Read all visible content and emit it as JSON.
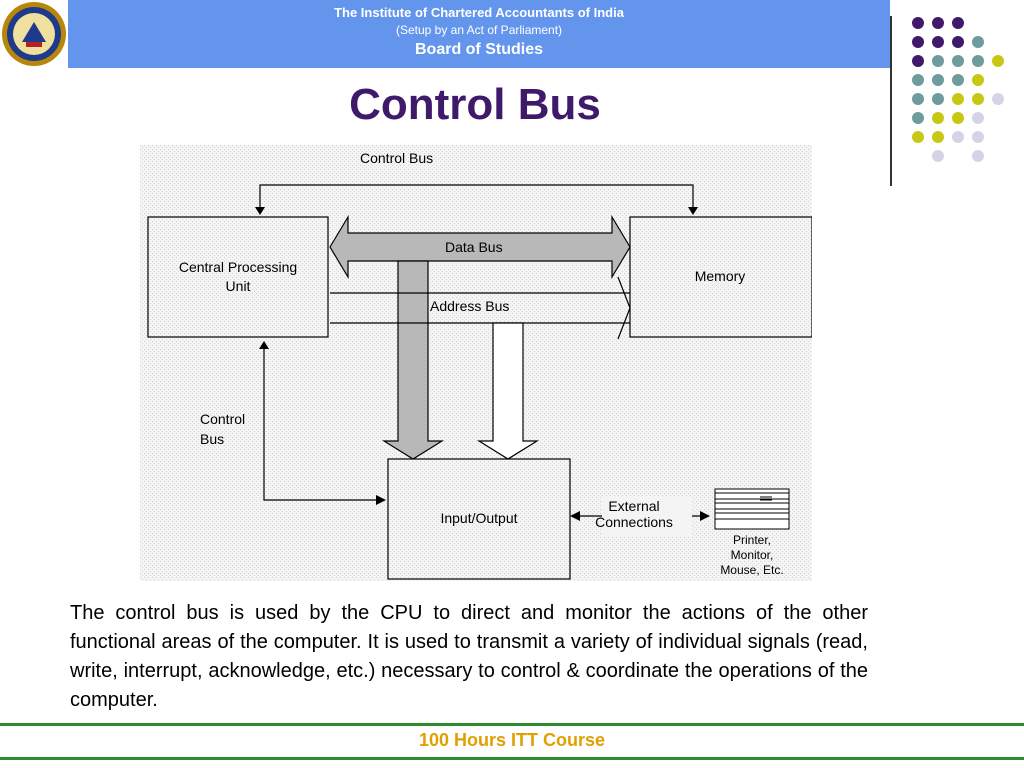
{
  "header": {
    "institute": "The Institute of Chartered Accountants of India",
    "subtitle": "(Setup by an Act of Parliament)",
    "board": "Board of Studies"
  },
  "slide_title": "Control Bus",
  "diagram": {
    "control_bus_top": "Control Bus",
    "cpu_line1": "Central Processing",
    "cpu_line2": "Unit",
    "memory": "Memory",
    "data_bus": "Data Bus",
    "address_bus": "Address Bus",
    "control_bus_left_line1": "Control",
    "control_bus_left_line2": "Bus",
    "io": "Input/Output",
    "external_line1": "External",
    "external_line2": "Connections",
    "devices_line1": "Printer,",
    "devices_line2": "Monitor,",
    "devices_line3": "Mouse, Etc."
  },
  "body": "The control bus is used by the CPU to direct and monitor the actions of the other functional areas of the computer. It is used to transmit a variety of individual signals  (read,  write,  interrupt, acknowledge, etc.) necessary   to   control & coordinate   the operations of the computer.",
  "footer": "100 Hours ITT Course",
  "colors": {
    "header_bg": "#6495ed",
    "title": "#3f1a6b",
    "footer_text": "#e0a000",
    "footer_line": "#2e8b2e",
    "dot_purple": "#3f1a6b",
    "dot_teal": "#6e9b9b",
    "dot_yellow": "#c8c814",
    "dot_lavender": "#d4d4e6"
  }
}
